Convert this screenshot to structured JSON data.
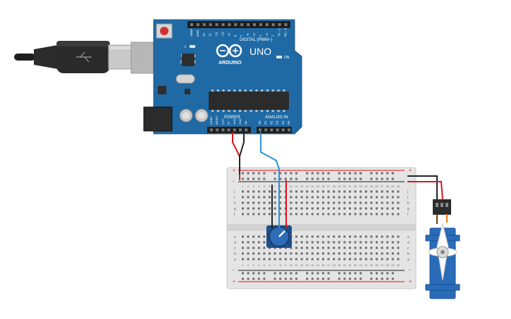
{
  "board": {
    "logo_text": "ARDUINO",
    "model": "UNO",
    "digital_label": "DIGITAL (PWM~)",
    "power_label": "POWER",
    "analog_label": "ANALOG IN",
    "led_l": "L",
    "led_tx": "TX",
    "led_rx": "RX",
    "led_on": "ON",
    "digital_pins": [
      "AREF",
      "GND",
      "13",
      "12",
      "~11",
      "~10",
      "~9",
      "8",
      "7",
      "~6",
      "~5",
      "4",
      "~3",
      "2",
      "TX→1",
      "RX←0"
    ],
    "power_pins": [
      "IOREF",
      "RESET",
      "3.3V",
      "5V",
      "GND",
      "GND",
      "Vin"
    ],
    "analog_pins": [
      "A0",
      "A1",
      "A2",
      "A3",
      "A4",
      "A5"
    ]
  },
  "breadboard": {
    "row_letters_top": [
      "j",
      "i",
      "h",
      "g",
      "f"
    ],
    "row_letters_bottom": [
      "e",
      "d",
      "c",
      "b",
      "a"
    ],
    "column_count": 30,
    "rail_plus": "+",
    "rail_minus": "-"
  },
  "colors": {
    "board": "#1f6aa5",
    "breadboard": "#e4e4e4",
    "wire_red": "#e0141b",
    "wire_black": "#222222",
    "wire_blue": "#2e8fd4",
    "servo": "#2a6cb9",
    "knob": "#1f4f8a"
  }
}
